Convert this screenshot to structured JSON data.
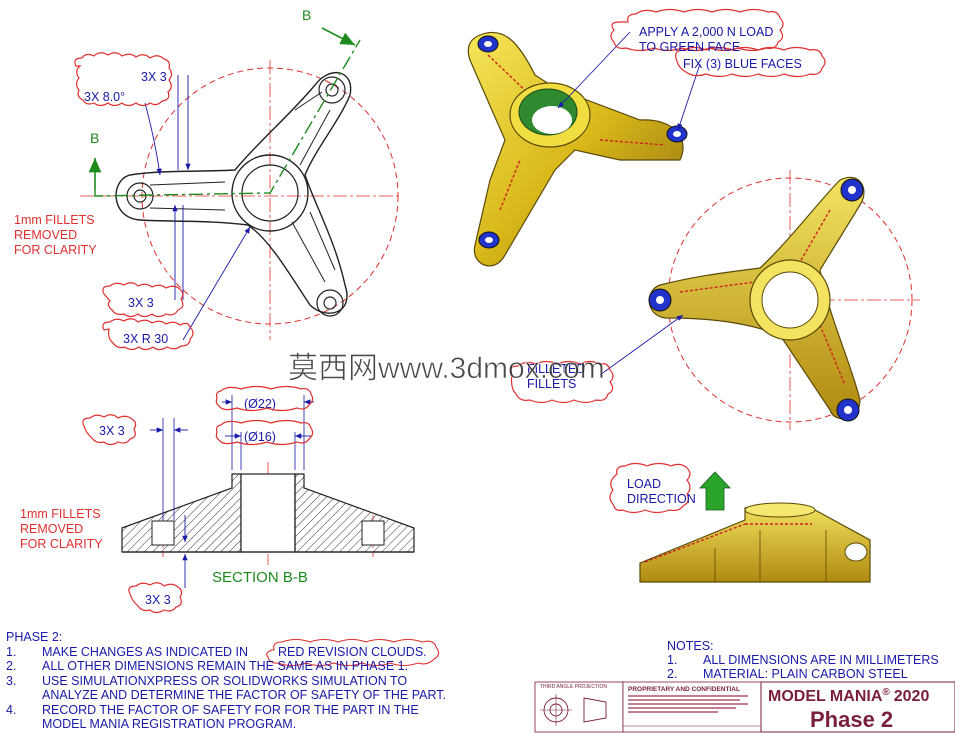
{
  "top_view": {
    "section_label_top": "B",
    "section_label_left": "B",
    "dim_3x3_top": "3X 3",
    "dim_3x8deg": "3X 8.0°",
    "dim_3x3_lower": "3X 3",
    "dim_3xr30": "3X R 30",
    "fillet_note_line1": "1mm FILLETS",
    "fillet_note_line2": "REMOVED",
    "fillet_note_line3": "FOR CLARITY"
  },
  "section_view": {
    "dim_3x3_top": "3X 3",
    "dim_phi22": "(Ø22)",
    "dim_phi16": "(Ø16)",
    "dim_3x3_bottom": "3X 3",
    "fillet_note_line1": "1mm FILLETS",
    "fillet_note_line2": "REMOVED",
    "fillet_note_line3": "FOR CLARITY",
    "title": "SECTION B-B"
  },
  "iso_callouts": {
    "load_line1": "APPLY A 2,000 N LOAD",
    "load_line2": "TO GREEN FACE",
    "fix": "FIX (3) BLUE FACES",
    "fillets_line1": "FILLETED",
    "fillets_line2": "FILLETS",
    "load_dir_line1": "LOAD",
    "load_dir_line2": "DIRECTION"
  },
  "watermark": "莫西网www.3dmox.com",
  "phase_notes": {
    "title": "PHASE 2:",
    "items": [
      {
        "num": "1.",
        "lines": [
          "MAKE CHANGES AS INDICATED IN",
          "RED REVISION CLOUDS."
        ]
      },
      {
        "num": "2.",
        "lines": [
          "ALL OTHER DIMENSIONS REMAIN THE SAME AS IN PHASE 1."
        ]
      },
      {
        "num": "3.",
        "lines": [
          "USE SIMULATIONXPRESS OR SOLIDWORKS SIMULATION TO",
          "ANALYZE AND DETERMINE THE FACTOR OF SAFETY OF THE PART."
        ]
      },
      {
        "num": "4.",
        "lines": [
          "RECORD THE FACTOR OF SAFETY FOR FOR THE PART IN THE",
          "MODEL MANIA REGISTRATION PROGRAM."
        ]
      }
    ]
  },
  "notes": {
    "title": "NOTES:",
    "items": [
      {
        "num": "1.",
        "text": "ALL DIMENSIONS ARE IN MILLIMETERS"
      },
      {
        "num": "2.",
        "text": "MATERIAL: PLAIN CARBON STEEL"
      }
    ]
  },
  "title_block": {
    "projection": "THIRD ANGLE PROJECTION",
    "proprietary": "PROPRIETARY AND CONFIDENTIAL",
    "contest": "MODEL MANIA",
    "reg": "®",
    "year": "2020",
    "phase": "Phase 2"
  },
  "colors": {
    "dim_blue": "#1a1aa8",
    "revision_red": "#e03030",
    "part_yellow": "#e8d21a",
    "load_green": "#2e8b2e",
    "fix_blue": "#2233cc",
    "title_maroon": "#7a1f3a"
  }
}
